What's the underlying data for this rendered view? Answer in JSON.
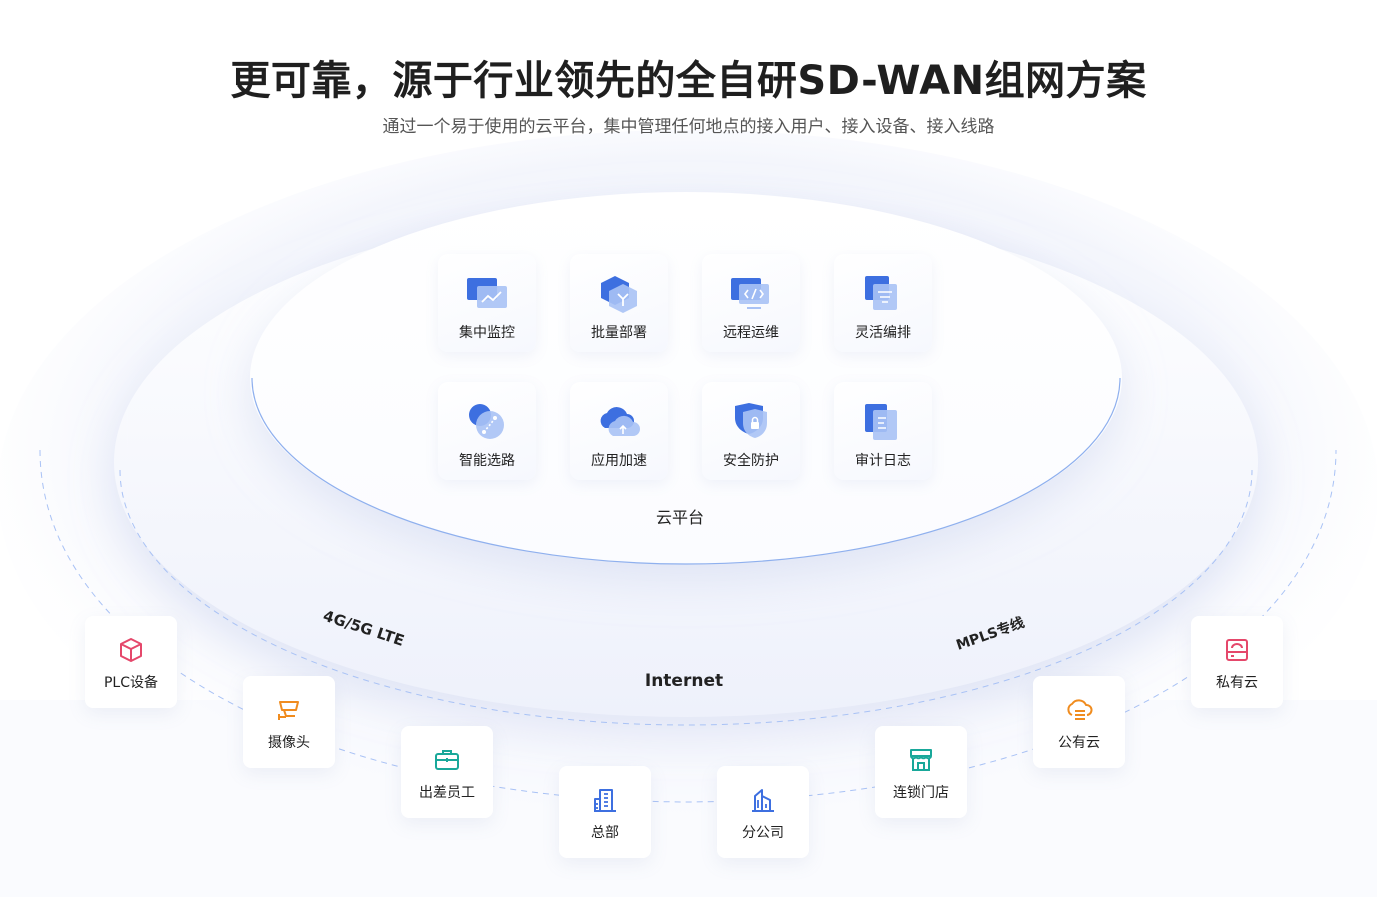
{
  "header": {
    "title": "更可靠，源于行业领先的全自研SD-WAN组网方案",
    "subtitle": "通过一个易于使用的云平台，集中管理任何地点的接入用户、接入设备、接入线路"
  },
  "platform": {
    "label": "云平台",
    "features": [
      {
        "label": "集中监控",
        "icon": "monitor-chart-icon"
      },
      {
        "label": "批量部署",
        "icon": "cube-deploy-icon"
      },
      {
        "label": "远程运维",
        "icon": "code-window-icon"
      },
      {
        "label": "灵活编排",
        "icon": "layers-list-icon"
      },
      {
        "label": "智能选路",
        "icon": "route-circle-icon"
      },
      {
        "label": "应用加速",
        "icon": "cloud-upload-icon"
      },
      {
        "label": "安全防护",
        "icon": "shield-lock-icon"
      },
      {
        "label": "审计日志",
        "icon": "document-log-icon"
      }
    ]
  },
  "links": {
    "left": "4G/5G LTE",
    "center": "Internet",
    "right": "MPLS专线"
  },
  "nodes": [
    {
      "label": "PLC设备",
      "icon": "cube-icon",
      "color": "#e5486b"
    },
    {
      "label": "摄像头",
      "icon": "camera-icon",
      "color": "#f08c1f"
    },
    {
      "label": "出差员工",
      "icon": "briefcase-icon",
      "color": "#19a89a"
    },
    {
      "label": "总部",
      "icon": "office-building-icon",
      "color": "#3d6fe0"
    },
    {
      "label": "分公司",
      "icon": "branch-building-icon",
      "color": "#3d6fe0"
    },
    {
      "label": "连锁门店",
      "icon": "storefront-icon",
      "color": "#19a89a"
    },
    {
      "label": "公有云",
      "icon": "cloud-server-icon",
      "color": "#f08c1f"
    },
    {
      "label": "私有云",
      "icon": "private-server-icon",
      "color": "#e5486b"
    }
  ],
  "colors": {
    "accent": "#3d6fe0",
    "accent_light": "#a9c2f5",
    "ring_line": "#9db8ee"
  }
}
